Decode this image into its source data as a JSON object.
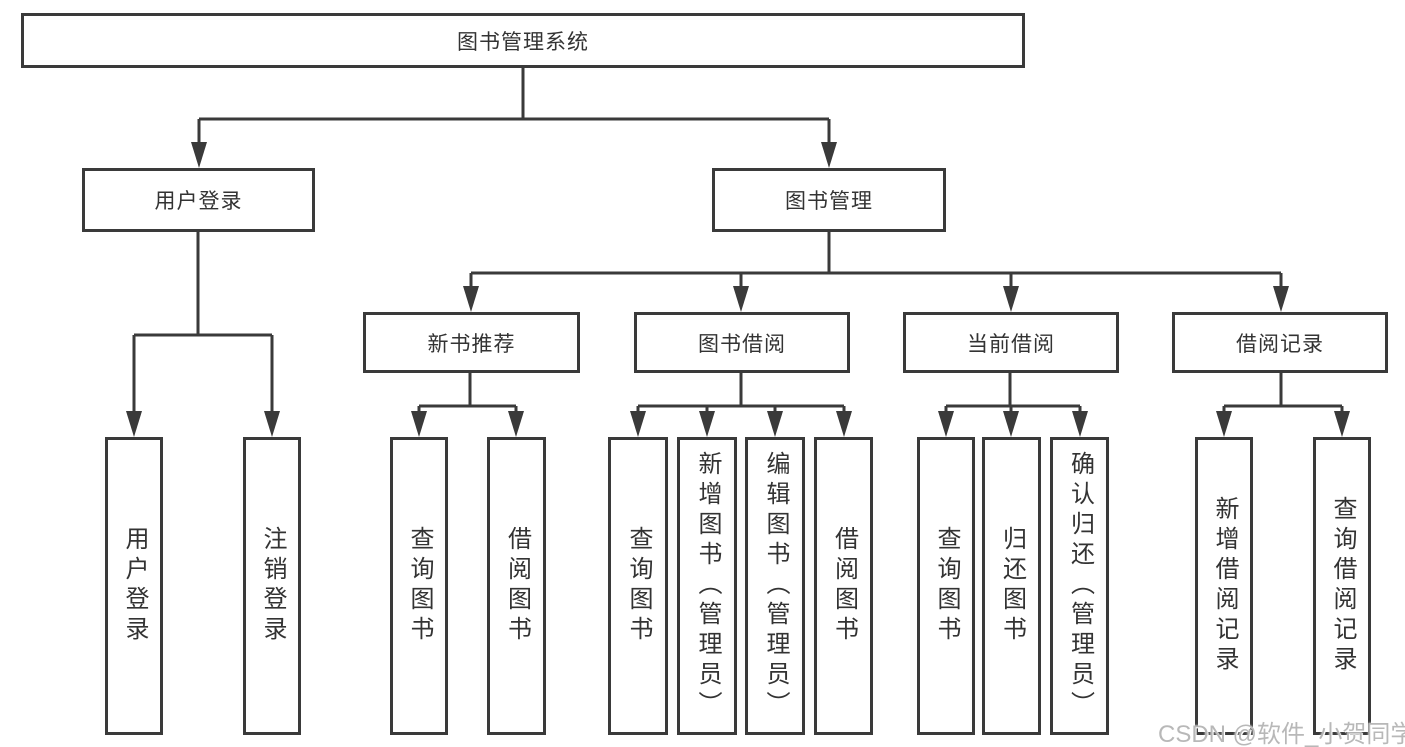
{
  "diagram": {
    "nodes": {
      "root": "图书管理系统",
      "user_login": "用户登录",
      "book_mgmt": "图书管理",
      "new_book_rec": "新书推荐",
      "book_borrow": "图书借阅",
      "current_borrow": "当前借阅",
      "borrow_records": "借阅记录"
    },
    "leaves": {
      "user_login": [
        "用户登录",
        "注销登录"
      ],
      "new_book_rec": [
        "查询图书",
        "借阅图书"
      ],
      "book_borrow": [
        "查询图书",
        "新增图书（管理员）",
        "编辑图书（管理员）",
        "借阅图书"
      ],
      "current_borrow": [
        "查询图书",
        "归还图书",
        "确认归还（管理员）"
      ],
      "borrow_records": [
        "新增借阅记录",
        "查询借阅记录"
      ]
    }
  },
  "watermark": "CSDN @软件_小贺同学",
  "colors": {
    "line": "#3a3a3a",
    "text": "#333333",
    "box_background": "#ffffff",
    "watermark": "#b2b2b2",
    "background": "#ffffff"
  }
}
